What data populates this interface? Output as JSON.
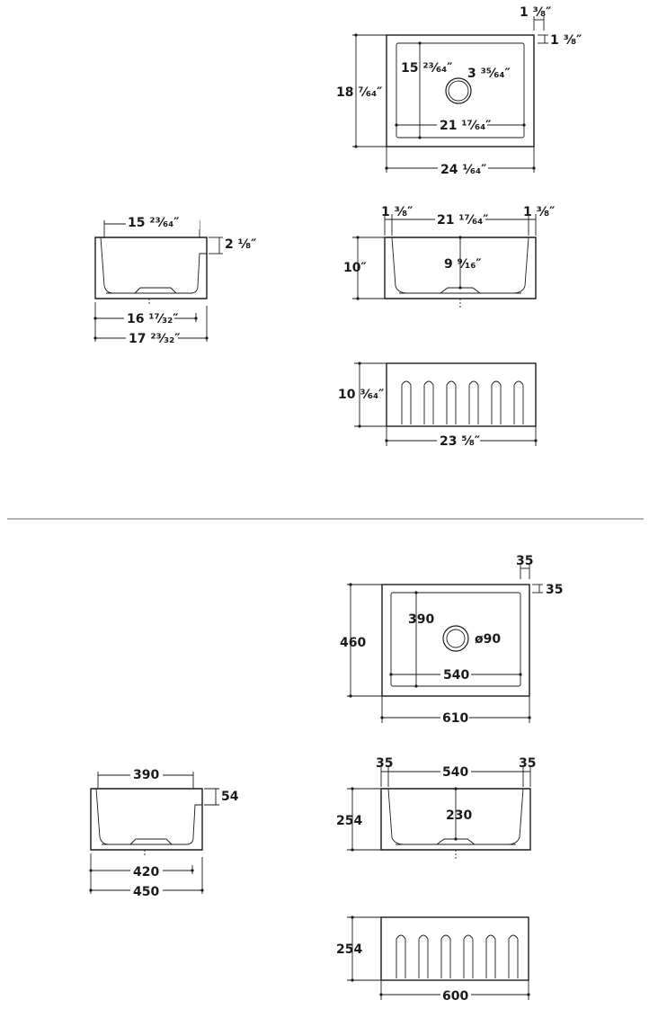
{
  "imperial": {
    "top_view": {
      "flange_right": "1 ⅜″",
      "flange_top": "1 ⅜″",
      "depth_outer": "18 ⁷⁄₆₄″",
      "depth_inner": "15 ²³⁄₆₄″",
      "waste_diameter": "3 ³⁵⁄₆₄″",
      "width_inner": "21 ¹⁷⁄₆₄″",
      "width_outer": "24 ¹⁄₆₄″"
    },
    "side_section": {
      "inner_top": "15 ²³⁄₆₄″",
      "rim_step": "2 ⅛″",
      "bottom_width": "16 ¹⁷⁄₃₂″",
      "outer_width": "17 ²³⁄₃₂″"
    },
    "front_section": {
      "flange_left": "1 ⅜″",
      "inner_width": "21 ¹⁷⁄₆₄″",
      "flange_right": "1 ⅜″",
      "height_outer": "10″",
      "bowl_depth": "9 ⁹⁄₁₆″"
    },
    "front_face": {
      "height": "10 ³⁄₆₄″",
      "width": "23 ⅝″"
    }
  },
  "metric": {
    "top_view": {
      "flange_right": "35",
      "flange_top": "35",
      "depth_outer": "460",
      "depth_inner": "390",
      "waste_diameter": "ø90",
      "width_inner": "540",
      "width_outer": "610"
    },
    "side_section": {
      "inner_top": "390",
      "rim_step": "54",
      "bottom_width": "420",
      "outer_width": "450"
    },
    "front_section": {
      "flange_left": "35",
      "inner_width": "540",
      "flange_right": "35",
      "height_outer": "254",
      "bowl_depth": "230"
    },
    "front_face": {
      "height": "254",
      "width": "600"
    }
  }
}
